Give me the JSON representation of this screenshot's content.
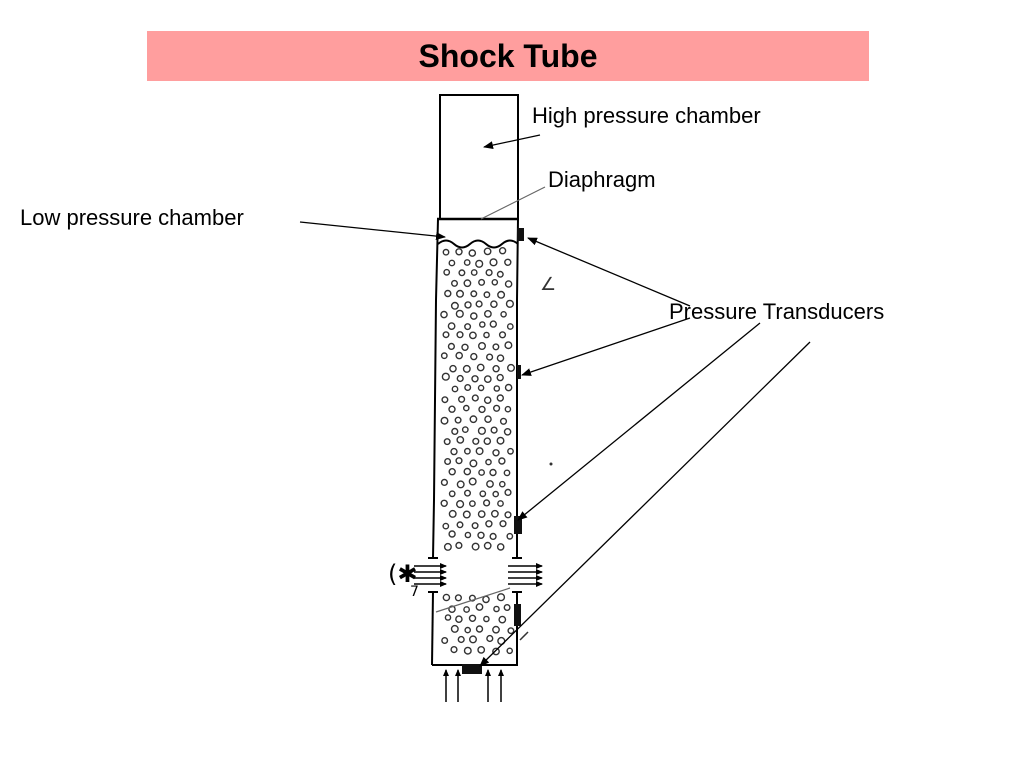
{
  "title": "Shock Tube",
  "colors": {
    "title_background": "#ff9e9e",
    "ink": "#000000",
    "sketch": "#333333"
  },
  "labels": {
    "high_pressure_chamber": "High pressure chamber",
    "diaphragm": "Diaphragm",
    "low_pressure_chamber": "Low pressure chamber",
    "pressure_transducers": "Pressure Transducers"
  },
  "sketch_marks": {
    "side_mark": "∠",
    "source_symbol": "(✱",
    "source_number": "7"
  }
}
